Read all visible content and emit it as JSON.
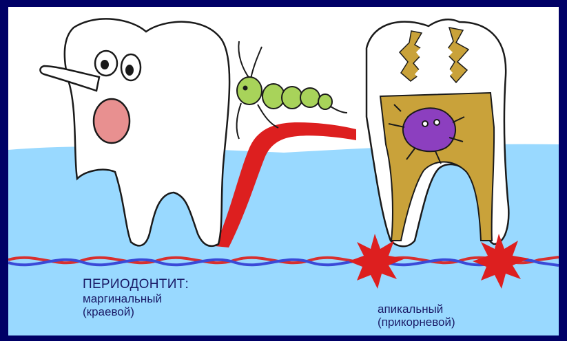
{
  "diagram": {
    "heading": "ПЕРИОДОНТИТ:",
    "left_type": "маргинальный",
    "left_type_note": "(краевой)",
    "right_type": "апикальный",
    "right_type_note": "(прикорневой)"
  },
  "colors": {
    "frame": "#000066",
    "gum": "#99d9ff",
    "tooth": "#ffffff",
    "outline": "#1a1a1a",
    "inflammation": "#dd1f1f",
    "pulp": "#c9a23a",
    "cheek": "#e89090",
    "insect": "#a8d35a",
    "bacterium": "#8c3fbf",
    "vessel_red": "#d8302e",
    "vessel_blue": "#3a4ad8"
  },
  "icons": [
    "tooth-character",
    "insect-icon",
    "bacterium-icon",
    "abscess-icon"
  ]
}
